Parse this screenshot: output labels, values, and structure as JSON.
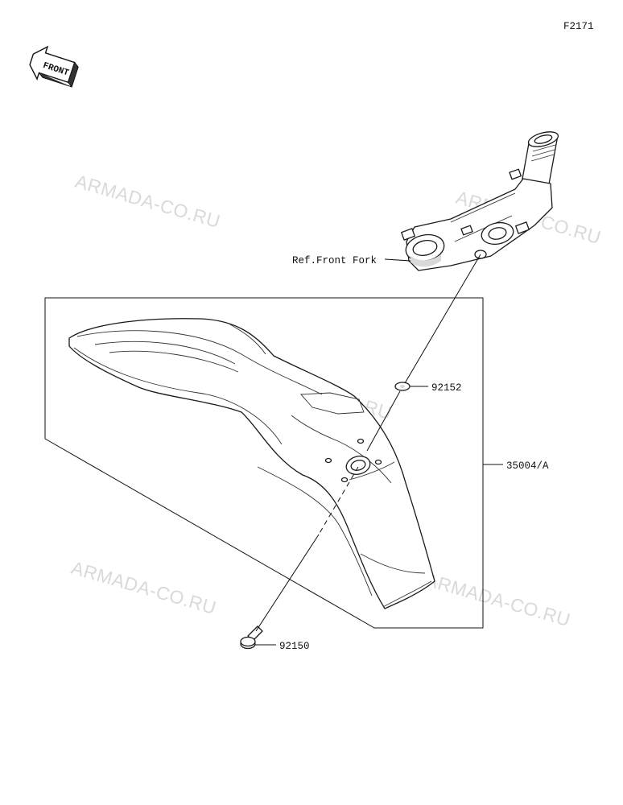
{
  "figure_code": "F2171",
  "front_badge": "FRONT",
  "watermark": "ARMADA-CO.RU",
  "callouts": {
    "ref_front_fork": "Ref.Front Fork",
    "part_92152": "92152",
    "part_35004a": "35004/A",
    "part_92150": "92150"
  },
  "icons": {
    "front_arrow": "front-arrow-icon"
  }
}
